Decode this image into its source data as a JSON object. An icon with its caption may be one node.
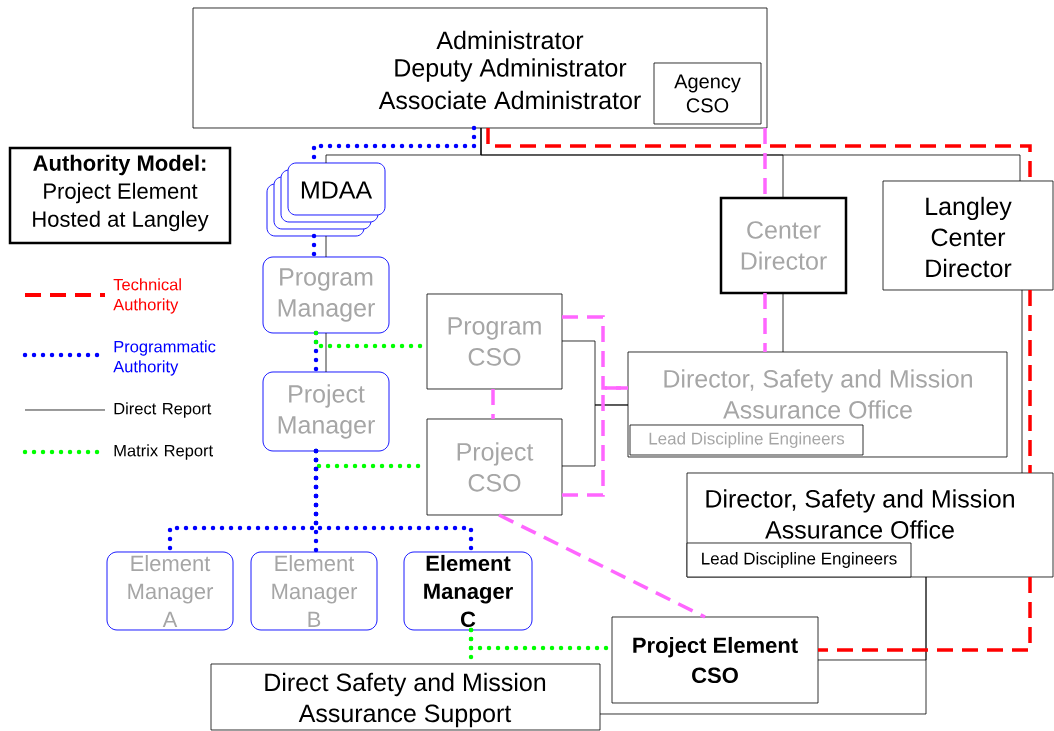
{
  "diagram": {
    "nodes": [
      {
        "text": [
          "Administrator",
          "Deputy Administrator",
          "Associate Administrator"
        ]
      },
      {
        "text": [
          "Agency CSO"
        ],
        "in": 0
      },
      {
        "text": [
          "Authority Model:",
          "Project Element Hosted at Langley"
        ]
      },
      {
        "text": [
          "MDAA"
        ]
      },
      {
        "text": [
          "Program Manager"
        ]
      },
      {
        "text": [
          "Program CSO"
        ]
      },
      {
        "text": [
          "Project Manager"
        ]
      },
      {
        "text": [
          "Project CSO"
        ]
      },
      {
        "text": [
          "Center Director"
        ]
      },
      {
        "text": [
          "Langley Center Director"
        ]
      },
      {
        "text": [
          "Director, Safety and Mission Assurance Office"
        ]
      },
      {
        "text": [
          "Lead Discipline Engineers"
        ],
        "in": 10
      },
      {
        "text": [
          "Director, Safety and Mission Assurance Office"
        ]
      },
      {
        "text": [
          "Lead Discipline Engineers"
        ],
        "in": 12
      },
      {
        "text": [
          "Element Manager A"
        ]
      },
      {
        "text": [
          "Element Manager B"
        ]
      },
      {
        "text": [
          "Element Manager C"
        ]
      },
      {
        "text": [
          "Project Element CSO"
        ]
      },
      {
        "text": [
          "Direct Safety and Mission Assurance Support"
        ]
      }
    ],
    "edges": [
      {
        "from": 0,
        "to": 3,
        "arrow": "none",
        "style": "dashed",
        "color": "#0000ff"
      },
      {
        "from": 0,
        "to": 3,
        "arrow": "none"
      },
      {
        "from": 0,
        "to": 8,
        "arrow": "none"
      },
      {
        "from": 0,
        "to": 9,
        "arrow": "none"
      },
      {
        "from": 0,
        "to": 9,
        "arrow": "none",
        "style": "dashed",
        "color": "#ff0000"
      },
      {
        "from": 0,
        "to": 8,
        "arrow": "none",
        "style": "dashed",
        "color": "#ff66ff"
      },
      {
        "from": 3,
        "to": 4,
        "arrow": "none",
        "style": "dashed",
        "color": "#0000ff"
      },
      {
        "from": 3,
        "to": 4,
        "arrow": "none"
      },
      {
        "from": 4,
        "to": 6,
        "arrow": "none",
        "style": "dashed",
        "color": "#0000ff"
      },
      {
        "from": 4,
        "to": 6,
        "arrow": "none"
      },
      {
        "from": 4,
        "to": 5,
        "arrow": "none",
        "style": "dashed",
        "color": "#00ff00"
      },
      {
        "from": 6,
        "to": 7,
        "arrow": "none",
        "style": "dashed",
        "color": "#00ff00"
      },
      {
        "from": 6,
        "to": 14,
        "arrow": "none",
        "style": "dashed",
        "color": "#0000ff"
      },
      {
        "from": 6,
        "to": 15,
        "arrow": "none",
        "style": "dashed",
        "color": "#0000ff"
      },
      {
        "from": 6,
        "to": 16,
        "arrow": "none",
        "style": "dashed",
        "color": "#0000ff"
      },
      {
        "from": 5,
        "to": 7,
        "arrow": "none",
        "style": "dashed",
        "color": "#ff66ff"
      },
      {
        "from": 5,
        "to": 10,
        "arrow": "none"
      },
      {
        "from": 7,
        "to": 10,
        "arrow": "none"
      },
      {
        "from": 5,
        "to": 10,
        "arrow": "none",
        "style": "dashed",
        "color": "#ff66ff"
      },
      {
        "from": 7,
        "to": 10,
        "arrow": "none",
        "style": "dashed",
        "color": "#ff66ff"
      },
      {
        "from": 7,
        "to": 17,
        "arrow": "none",
        "style": "dashed",
        "color": "#ff66ff"
      },
      {
        "from": 8,
        "to": 10,
        "arrow": "none"
      },
      {
        "from": 9,
        "to": 12,
        "arrow": "none"
      },
      {
        "from": 12,
        "to": 17,
        "arrow": "none"
      },
      {
        "from": 12,
        "to": 18,
        "arrow": "none"
      },
      {
        "from": 16,
        "to": 17,
        "arrow": "none",
        "style": "dashed",
        "color": "#00ff00"
      },
      {
        "from": 16,
        "to": 18,
        "arrow": "none",
        "style": "dashed",
        "color": "#00ff00"
      },
      {
        "from": 9,
        "to": 12,
        "arrow": "none",
        "style": "dashed",
        "color": "#ff0000"
      },
      {
        "from": 12,
        "to": 17,
        "arrow": "none",
        "style": "dashed",
        "color": "#ff0000"
      },
      {
        "from": 8,
        "to": 10,
        "arrow": "none",
        "style": "dashed",
        "color": "#ff66ff"
      }
    ],
    "legend": [
      {
        "text": "Technical Authority"
      },
      {
        "text": "Programmatic Authority"
      },
      {
        "text": "Direct Report"
      },
      {
        "text": "Matrix Report"
      }
    ]
  }
}
